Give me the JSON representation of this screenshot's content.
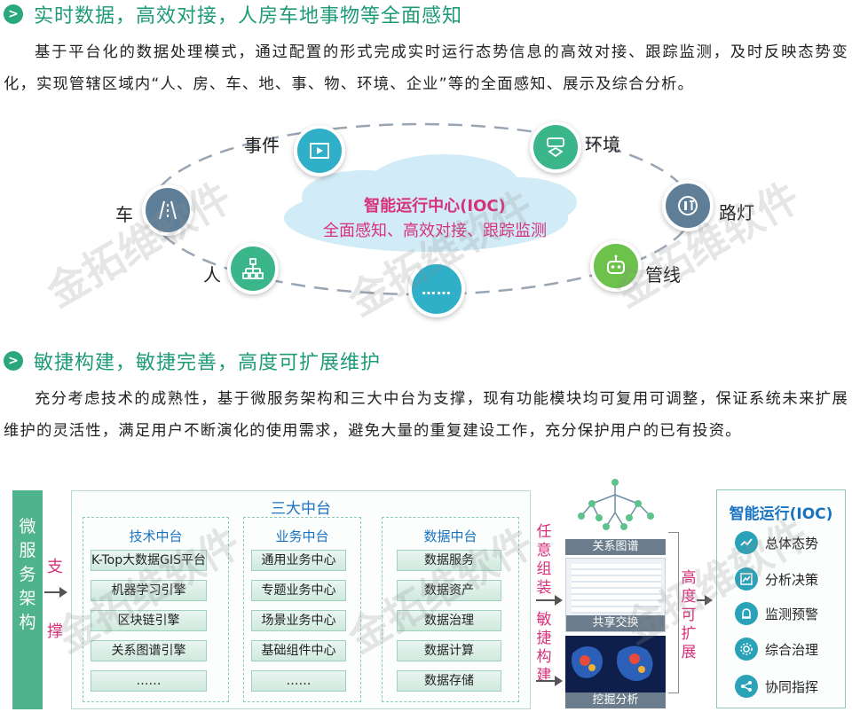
{
  "section1": {
    "chevron": ">",
    "title": "实时数据，高效对接，人房车地事物等全面感知",
    "paragraph": "基于平台化的数据处理模式，通过配置的形式完成实时运行态势信息的高效对接、跟踪监测，及时反映态势变化，实现管辖区域内“人、房、车、地、事、物、环境、企业”等的全面感知、展示及综合分析。"
  },
  "ring": {
    "center_title": "智能运行中心(IOC)",
    "center_subtitle": "全面感知、高效对接、跟踪监测",
    "nodes": [
      {
        "label": "事件",
        "icon": "video-icon",
        "color": "#2fb0c8"
      },
      {
        "label": "环境",
        "icon": "rfid-icon",
        "color": "#3bb58a"
      },
      {
        "label": "车",
        "icon": "road-icon",
        "color": "#5f7f98"
      },
      {
        "label": "路灯",
        "icon": "streetlight-icon",
        "color": "#5f7f98"
      },
      {
        "label": "人",
        "icon": "network-icon",
        "color": "#3bb58a"
      },
      {
        "label": "管线",
        "icon": "robot-icon",
        "color": "#6cc24a"
      },
      {
        "label": "……",
        "icon": "more-icon",
        "color": "#2fb0c8"
      }
    ]
  },
  "section2": {
    "chevron": ">",
    "title": "敏捷构建，敏捷完善，高度可扩展维护",
    "paragraph": "充分考虑技术的成熟性，基于微服务架构和三大中台为支撑，现有功能模块均可复用可调整，保证系统未来扩展维护的灵活性，满足用户不断演化的使用需求，避免大量的重复建设工作，充分保护用户的已有投资。"
  },
  "architecture": {
    "left_bar": [
      "微",
      "服",
      "务",
      "架",
      "构"
    ],
    "support": [
      "支",
      "撑"
    ],
    "middle_title": "三大中台",
    "columns": [
      {
        "title": "技术中台",
        "items": [
          "K-Top大数据GIS平台",
          "机器学习引擎",
          "区块链引擎",
          "关系图谱引擎",
          "……"
        ]
      },
      {
        "title": "业务中台",
        "items": [
          "通用业务中心",
          "专题业务中心",
          "场景业务中心",
          "基础组件中心",
          "……"
        ]
      },
      {
        "title": "数据中台",
        "items": [
          "数据服务",
          "数据资产",
          "数据治理",
          "数据计算",
          "数据存储"
        ]
      }
    ],
    "arbitrary": [
      "任",
      "意",
      "组",
      "装"
    ],
    "agile": [
      "敏",
      "捷",
      "构",
      "建"
    ],
    "panels": [
      "关系图谱",
      "共享交换",
      "挖掘分析"
    ],
    "extensible": [
      "高",
      "度",
      "可",
      "扩",
      "展"
    ],
    "ioc_title": "智能运行(IOC)",
    "ioc_items": [
      {
        "label": "总体态势",
        "icon": "trend-icon"
      },
      {
        "label": "分析决策",
        "icon": "chart-icon"
      },
      {
        "label": "监测预警",
        "icon": "alarm-icon"
      },
      {
        "label": "综合治理",
        "icon": "gear-icon"
      },
      {
        "label": "协同指挥",
        "icon": "share-icon"
      }
    ]
  },
  "watermark": "金拓维软件",
  "colors": {
    "accent_green": "#2aa77f",
    "title_blue": "#1a73c1",
    "highlight_pink": "#d6317b"
  }
}
